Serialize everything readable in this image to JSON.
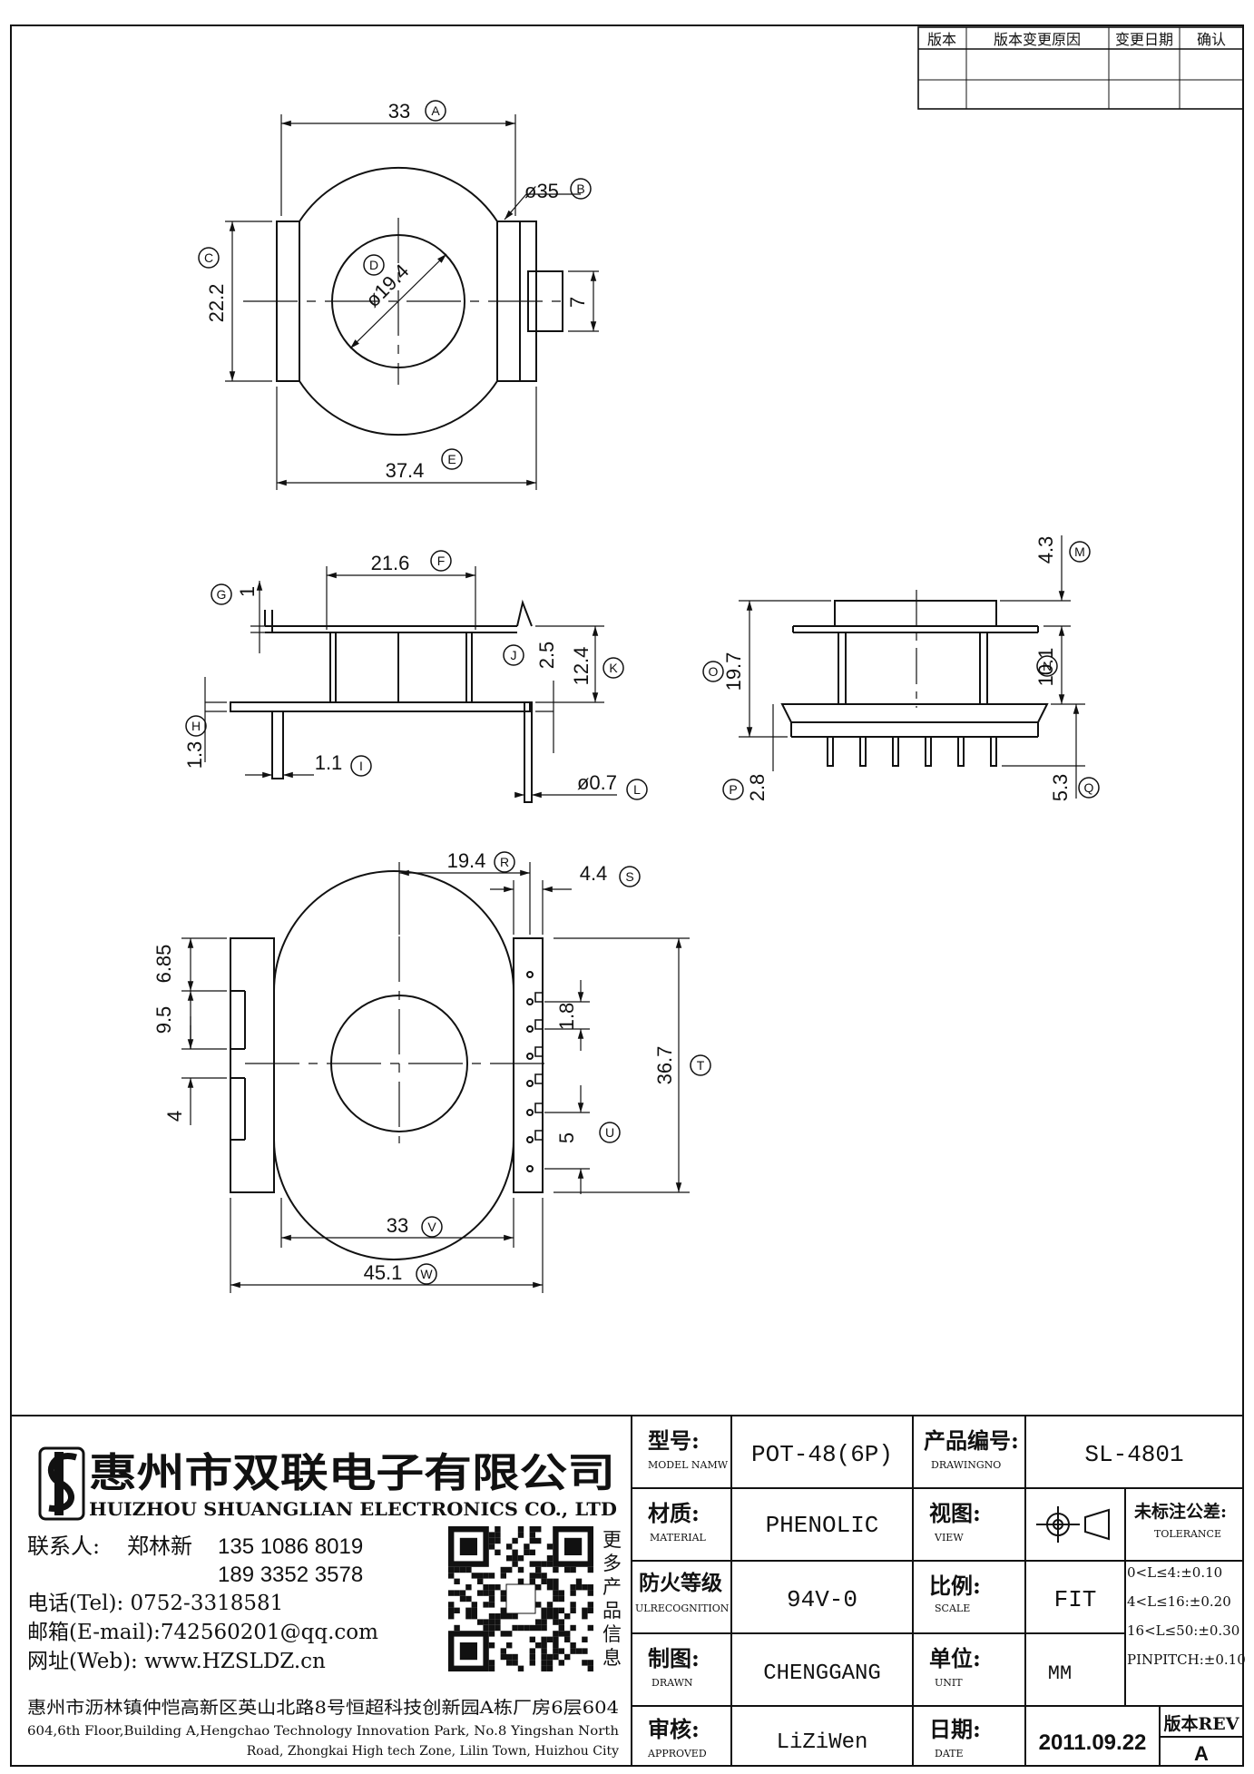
{
  "revision_table": {
    "headers": [
      "版本",
      "版本变更原因",
      "变更日期",
      "确认"
    ]
  },
  "dimensions": {
    "A": "33",
    "B": "ø35",
    "C": "22.2",
    "D": "ø19.4",
    "E": "37.4",
    "F": "21.6",
    "G": "1",
    "H": "1.3",
    "I": "1.1",
    "J": "2.5",
    "K": "12.4",
    "L": "ø0.7",
    "M": "4.3",
    "N": "10.1",
    "O": "19.7",
    "P": "2.8",
    "Q": "5.3",
    "R": "19.4",
    "S": "4.4",
    "T": "36.7",
    "U": "5",
    "V": "33",
    "W": "45.1",
    "slot": "7",
    "d685": "6.85",
    "d95": "9.5",
    "d4": "4",
    "d18": "1.8"
  },
  "letters": [
    "A",
    "B",
    "C",
    "D",
    "E",
    "F",
    "G",
    "H",
    "I",
    "J",
    "K",
    "L",
    "M",
    "N",
    "O",
    "P",
    "Q",
    "R",
    "S",
    "T",
    "U",
    "V",
    "W"
  ],
  "company": {
    "name_cn": "惠州市双联电子有限公司",
    "name_en": "HUIZHOU SHUANGLIAN ELECTRONICS CO., LTD",
    "contact_label": "联系人:",
    "contact_name": "郑林新",
    "phone1": "135 1086 8019",
    "phone2": "189 3352 3578",
    "tel": "电话(Tel): 0752-3318581",
    "email": "邮箱(E-mail):742560201@qq.com",
    "web": "网址(Web): www.HZSLDZ.cn",
    "address_cn": "惠州市沥林镇仲恺高新区英山北路8号恒超科技创新园A栋厂房6层604",
    "address_en_1": "604,6th Floor,Building A,Hengchao Technology Innovation Park, No.8 Yingshan North",
    "address_en_2": "Road, Zhongkai High tech Zone, Lilin Town, Huizhou City",
    "qr_caption": [
      "更",
      "多",
      "产",
      "品",
      "信",
      "息"
    ]
  },
  "title_block": {
    "model_label": "型号:",
    "model_label_en": "MODEL NAMW",
    "model_value": "POT-48(6P)",
    "drawingno_label": "产品编号:",
    "drawingno_label_en": "DRAWINGNO",
    "drawingno_value": "SL-4801",
    "material_label": "材质:",
    "material_label_en": "MATERIAL",
    "material_value": "PHENOLIC",
    "view_label": "视图:",
    "view_label_en": "VIEW",
    "tolerance_label": "未标注公差:",
    "tolerance_label_en": "TOLERANCE",
    "tol1": "0<L≤4:±0.10",
    "tol2": "4<L≤16:±0.20",
    "tol3": "16<L≤50:±0.30",
    "tol4": "PINPITCH:±0.10",
    "ul_label": "防火等级",
    "ul_label_en": "ULRECOGNITION",
    "ul_value": "94V-0",
    "scale_label": "比例:",
    "scale_label_en": "SCALE",
    "scale_value": "FIT",
    "drawn_label": "制图:",
    "drawn_label_en": "DRAWN",
    "drawn_value": "CHENGGANG",
    "unit_label": "单位:",
    "unit_label_en": "UNIT",
    "unit_value": "MM",
    "approved_label": "审核:",
    "approved_label_en": "APPROVED",
    "approved_value": "LiZiWen",
    "date_label": "日期:",
    "date_label_en": "DATE",
    "date_value": "2011.09.22",
    "rev_label": "版本REV",
    "rev_value": "A"
  }
}
